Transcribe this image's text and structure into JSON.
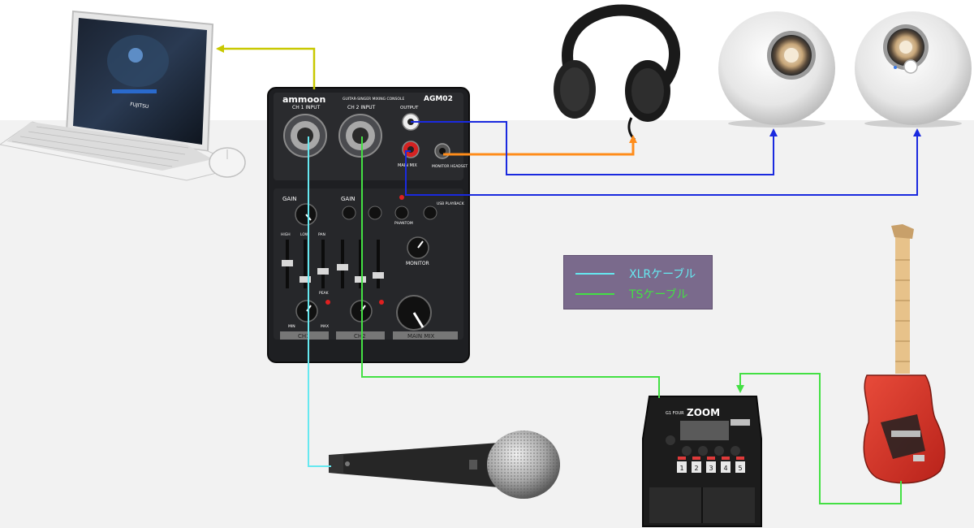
{
  "mixer": {
    "brand": "ammoon",
    "subtitle": "GUITAR-SINGER MIXING CONSOLE",
    "model": "AGM02",
    "ch1_input": "CH 1 INPUT",
    "ch2_input": "CH 2 INPUT",
    "output": "OUTPUT",
    "main_mix": "MAIN MIX",
    "monitor_headset": "MONITOR HEADSET",
    "gain1": "GAIN",
    "gain2": "GAIN",
    "phantom": "PHANTOM",
    "usb_playback": "USB PLAYBACK",
    "high": "HIGH",
    "low": "LOW",
    "pan": "PAN",
    "peak": "PEAK",
    "monitor": "MONITOR",
    "min": "MIN",
    "max": "MAX",
    "ch1": "CH1",
    "ch2": "CH2"
  },
  "pedal": {
    "brand": "ZOOM",
    "model": "G1 FOUR",
    "buttons": [
      "1",
      "2",
      "3",
      "4",
      "5"
    ]
  },
  "laptop": {
    "brand": "FUJITSU"
  },
  "legend": {
    "xlr_label": "XLRケーブル",
    "ts_label": "TSケーブル",
    "xlr_color": "#66e8f0",
    "ts_color": "#44e044"
  },
  "cables": {
    "usb_color": "#c8c800",
    "speaker_color": "#1a2adf",
    "headphone_color": "#ff8c1a"
  }
}
